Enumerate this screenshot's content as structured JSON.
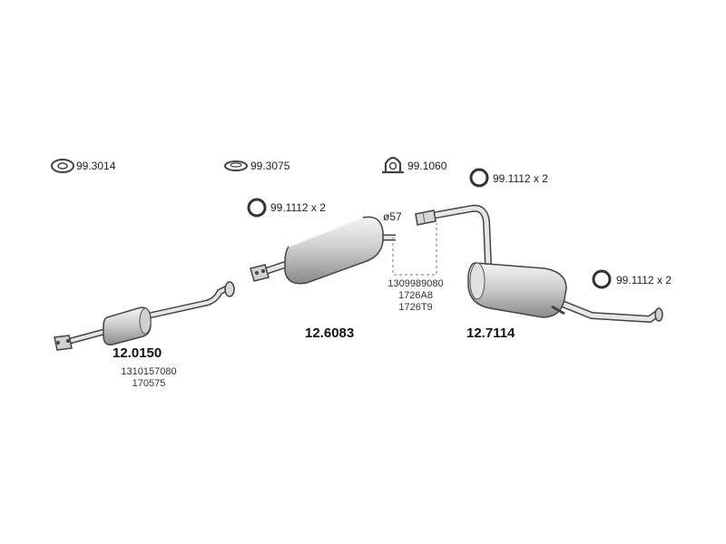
{
  "parts": {
    "clamp_1": "99.3014",
    "clamp_2": "99.3075",
    "hanger_1": "99.1060",
    "ring_front": "99.1112 x 2",
    "ring_mid": "99.1112 x 2",
    "ring_rear": "99.1112 x 2",
    "diameter": "ø57"
  },
  "front_pipe": {
    "code": "12.0150",
    "refs": [
      "1310157080",
      "170575"
    ]
  },
  "middle_silencer": {
    "code": "12.6083",
    "refs": [
      "1309989080",
      "1726A8",
      "1726T9"
    ]
  },
  "rear_silencer": {
    "code": "12.7114"
  },
  "colors": {
    "metal_light": "#eaeaea",
    "metal_mid": "#b5b5b5",
    "metal_dark": "#6e6e6e",
    "outline": "#444444"
  }
}
